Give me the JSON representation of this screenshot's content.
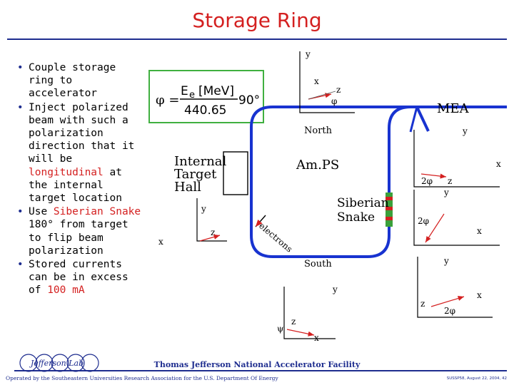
{
  "slide": {
    "title": "Storage Ring",
    "bullets": [
      {
        "before": "Couple storage ring to accelerator",
        "highlight": "",
        "after": ""
      },
      {
        "before": "Inject polarized beam with such a polarization direction that it will be ",
        "highlight": "longitudinal",
        "after": " at the internal target location"
      },
      {
        "before": "Use ",
        "highlight": "Siberian Snake",
        "after": " 180° from target to flip beam polarization"
      },
      {
        "before": "Stored currents can be in excess of ",
        "highlight": "100 mA",
        "after": ""
      }
    ]
  },
  "diagram": {
    "formula": {
      "phi": "φ =",
      "numerator": "E",
      "subscript": "e",
      "unit": "[MeV]",
      "denominator": "440.65",
      "angle": "90°"
    },
    "labels": {
      "internal_target": [
        "Internal",
        "Target",
        "Hall"
      ],
      "ring_name": "Am.PS",
      "mea": "MEA",
      "north": "North",
      "south": "South",
      "siberian_snake": [
        "Siberian",
        "Snake"
      ],
      "electrons": "electrons"
    },
    "axes": {
      "x": "x",
      "y": "y",
      "z": "z",
      "phi": "φ",
      "two_phi": "2φ",
      "psi": "ψ"
    }
  },
  "footer": {
    "lab_name": "Thomas Jefferson National Accelerator Facility",
    "operated_by": "Operated by the Southeastern Universities Research Association for the U.S. Department Of Energy",
    "conference": "SUSSP58, August 22, 2004, 42",
    "logo_text": "Jefferson Lab"
  },
  "colors": {
    "title": "#d42020",
    "accent": "#1e2d8f",
    "ring": "#1833d0",
    "formula_box": "#40b040"
  }
}
